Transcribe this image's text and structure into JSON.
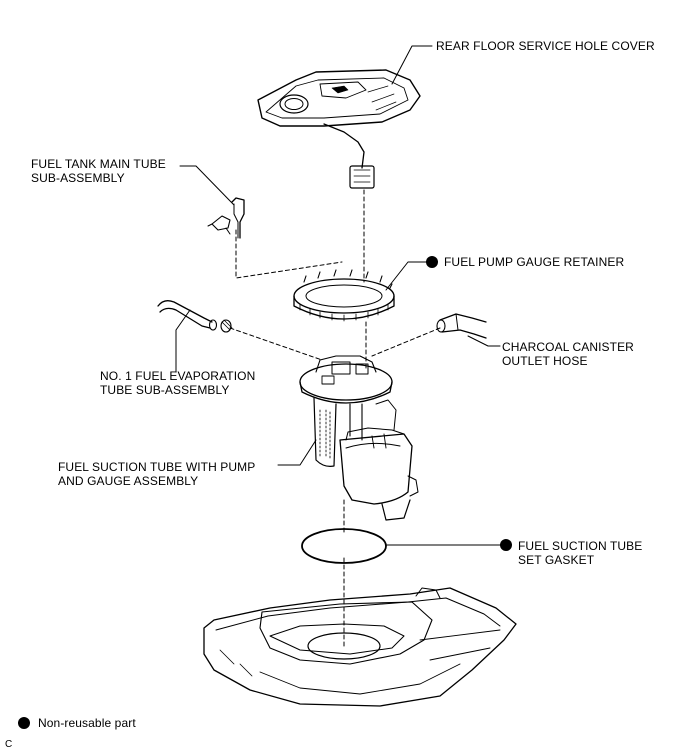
{
  "labels": {
    "rear_floor_service_hole_cover": "REAR FLOOR SERVICE HOLE COVER",
    "fuel_tank_main_tube_line1": "FUEL TANK MAIN TUBE",
    "fuel_tank_main_tube_line2": "SUB-ASSEMBLY",
    "fuel_pump_gauge_retainer": "FUEL PUMP GAUGE RETAINER",
    "charcoal_canister_line1": "CHARCOAL CANISTER",
    "charcoal_canister_line2": "OUTLET HOSE",
    "evaporation_tube_line1": "NO. 1 FUEL EVAPORATION",
    "evaporation_tube_line2": "TUBE SUB-ASSEMBLY",
    "suction_tube_pump_line1": "FUEL SUCTION TUBE WITH PUMP",
    "suction_tube_pump_line2": "AND GAUGE ASSEMBLY",
    "suction_gasket_line1": "FUEL SUCTION TUBE",
    "suction_gasket_line2": "SET GASKET"
  },
  "legend": {
    "non_reusable_text": "Non-reusable part"
  },
  "footer_code": "C"
}
